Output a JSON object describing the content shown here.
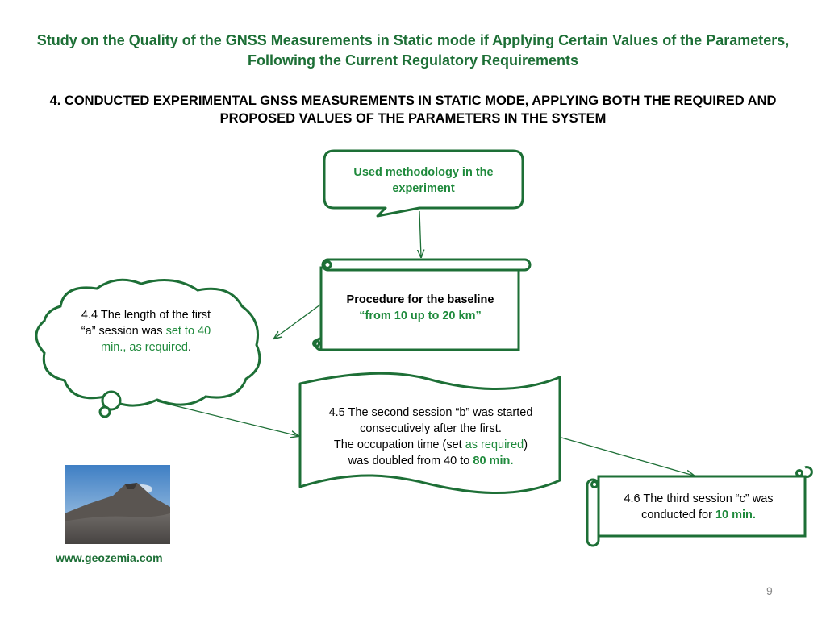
{
  "header": {
    "title": "Study on the Quality of the GNSS Measurements in Static mode if Applying Certain Values of the Parameters, Following the Current Regulatory Requirements",
    "section": "4. CONDUCTED EXPERIMENTAL GNSS MEASUREMENTS IN STATIC MODE, APPLYING BOTH THE REQUIRED AND PROPOSED VALUES OF THE PARAMETERS IN THE SYSTEM"
  },
  "nodes": {
    "methodology": {
      "label": "Used methodology in the experiment"
    },
    "procedure": {
      "line1": "Procedure for the baseline",
      "line2": "“from 10 up to 20 km”"
    },
    "session_a": {
      "pre": "4.4 The length of the first “a” session was ",
      "highlight": "set to 40 min., as required",
      "post": "."
    },
    "session_b": {
      "line1": "4.5 The second session “b” was started consecutively after the first.",
      "line2_pre": "The occupation time (set ",
      "line2_highlight": "as required",
      "line2_post": ")",
      "line3_pre": "was doubled from 40 to ",
      "line3_highlight": "80 min."
    },
    "session_c": {
      "pre": "4.6 The third session “c” was conducted for ",
      "highlight": "10 min."
    }
  },
  "footer": {
    "website": "www.geozemia.com",
    "page_number": "9"
  },
  "colors": {
    "title_green": "#1d6f36",
    "shape_stroke": "#1d6f36",
    "highlight_green": "#1f8a3c"
  },
  "icons": {
    "photo": "volcano-landscape-photo"
  }
}
